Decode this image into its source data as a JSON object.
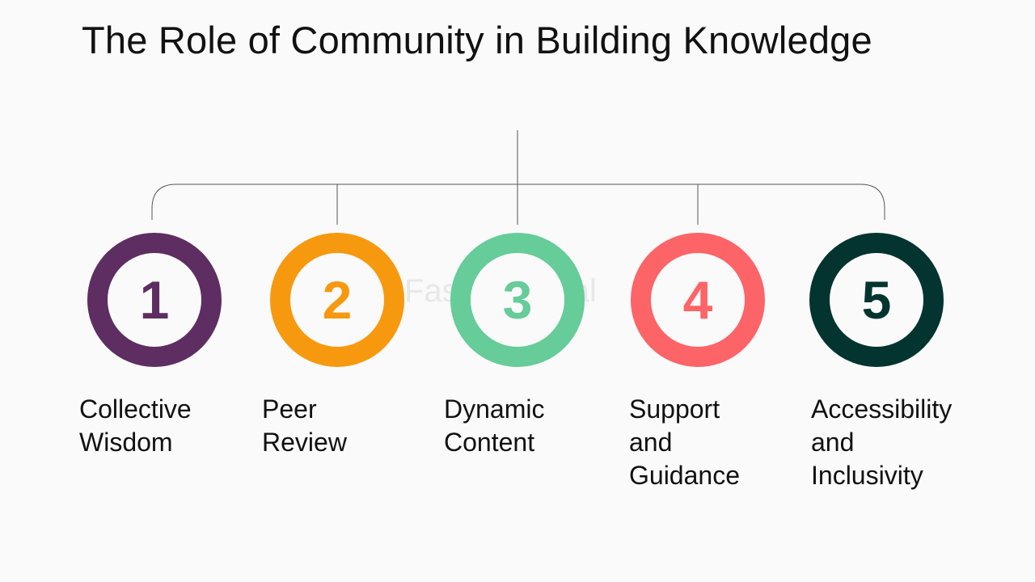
{
  "title": "The Role of Community in Building Knowledge",
  "watermark": "FasterCapital",
  "steps": [
    {
      "number": "1",
      "lines": [
        "Collective",
        "Wisdom"
      ],
      "color": "#5e2d62"
    },
    {
      "number": "2",
      "lines": [
        "Peer",
        "Review"
      ],
      "color": "#f7990f"
    },
    {
      "number": "3",
      "lines": [
        "Dynamic",
        "Content"
      ],
      "color": "#66cc99"
    },
    {
      "number": "4",
      "lines": [
        "Support",
        "and",
        "Guidance"
      ],
      "color": "#fc6467"
    },
    {
      "number": "5",
      "lines": [
        "Accessibility",
        "and",
        "Inclusivity"
      ],
      "color": "#043430"
    }
  ]
}
